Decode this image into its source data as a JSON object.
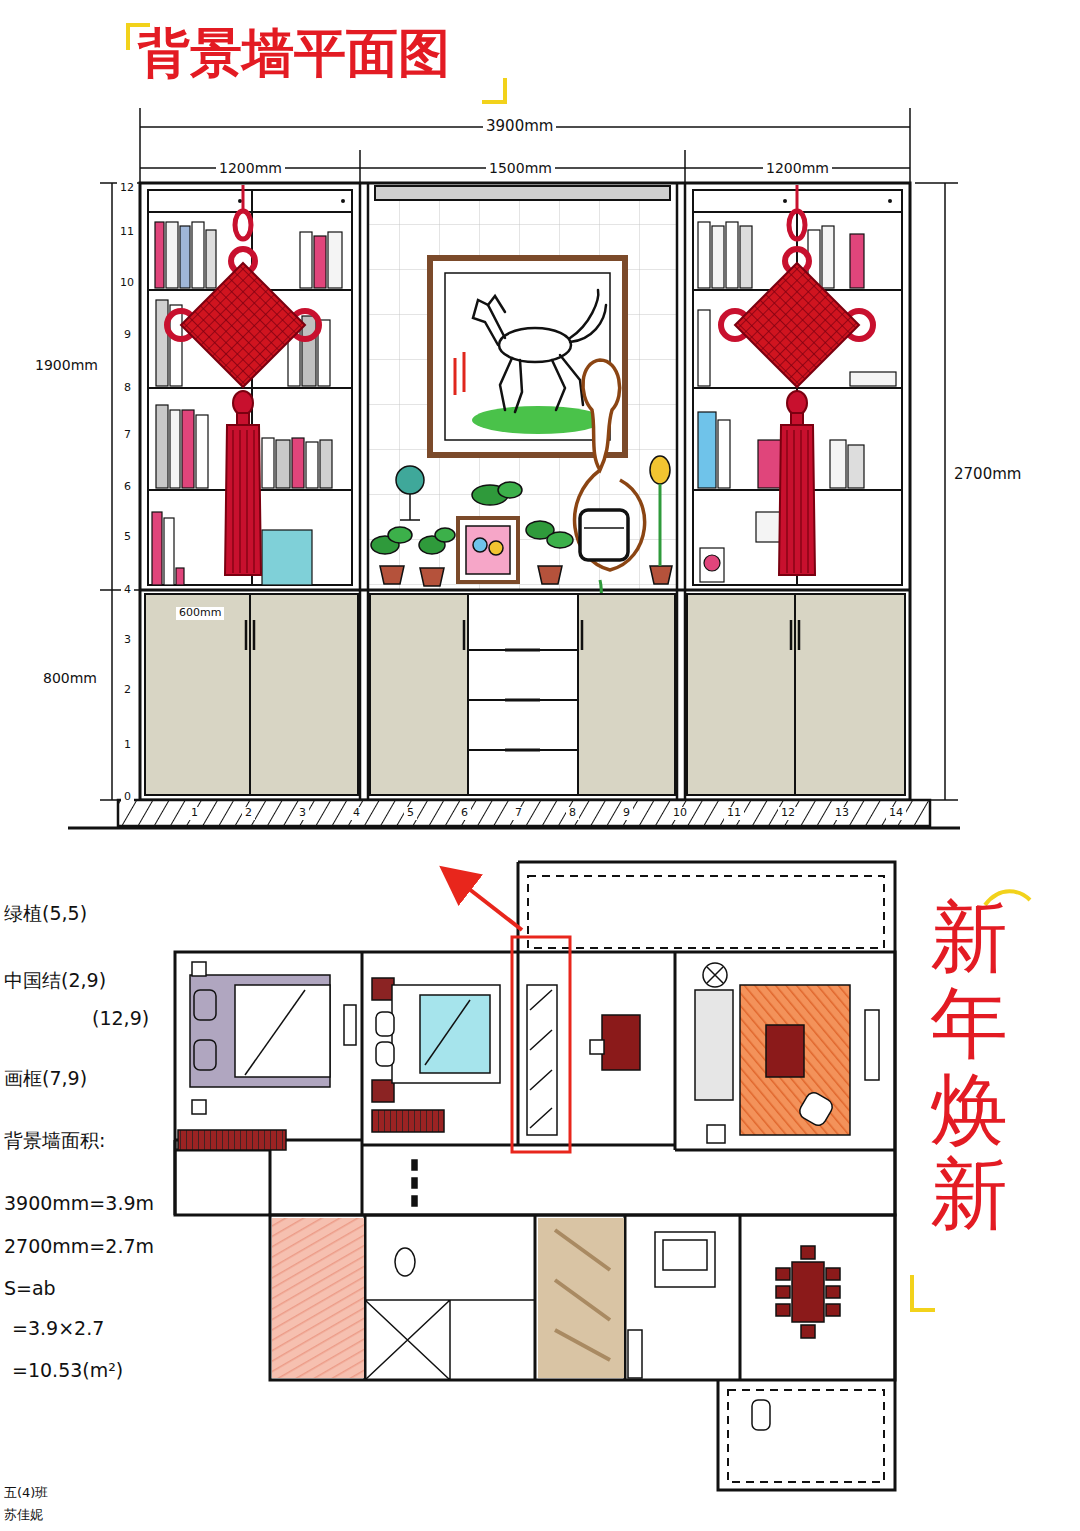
{
  "diagram": {
    "title": "背景墙平面图",
    "labels": [
      "3900mm",
      "1200mm",
      "1500mm",
      "1200mm",
      "1900mm",
      "600mm",
      "800mm",
      "2700mm",
      "12",
      "11",
      "10",
      "9",
      "8",
      "7",
      "6",
      "5",
      "4",
      "3",
      "2",
      "1",
      "0",
      "1",
      "2",
      "3",
      "4",
      "5",
      "6",
      "7",
      "8",
      "9",
      "10",
      "11",
      "12",
      "13",
      "14",
      "绿植(5,5)",
      "中国结(2,9)",
      "(12,9)",
      "画框(7,9)",
      "背景墙面积:",
      "3900mm=3.9m",
      "2700mm=2.7m",
      "S=ab",
      "=3.9×2.7",
      "=10.53(m²)",
      "新年焕新",
      "五(4)班",
      "苏佳妮"
    ]
  }
}
